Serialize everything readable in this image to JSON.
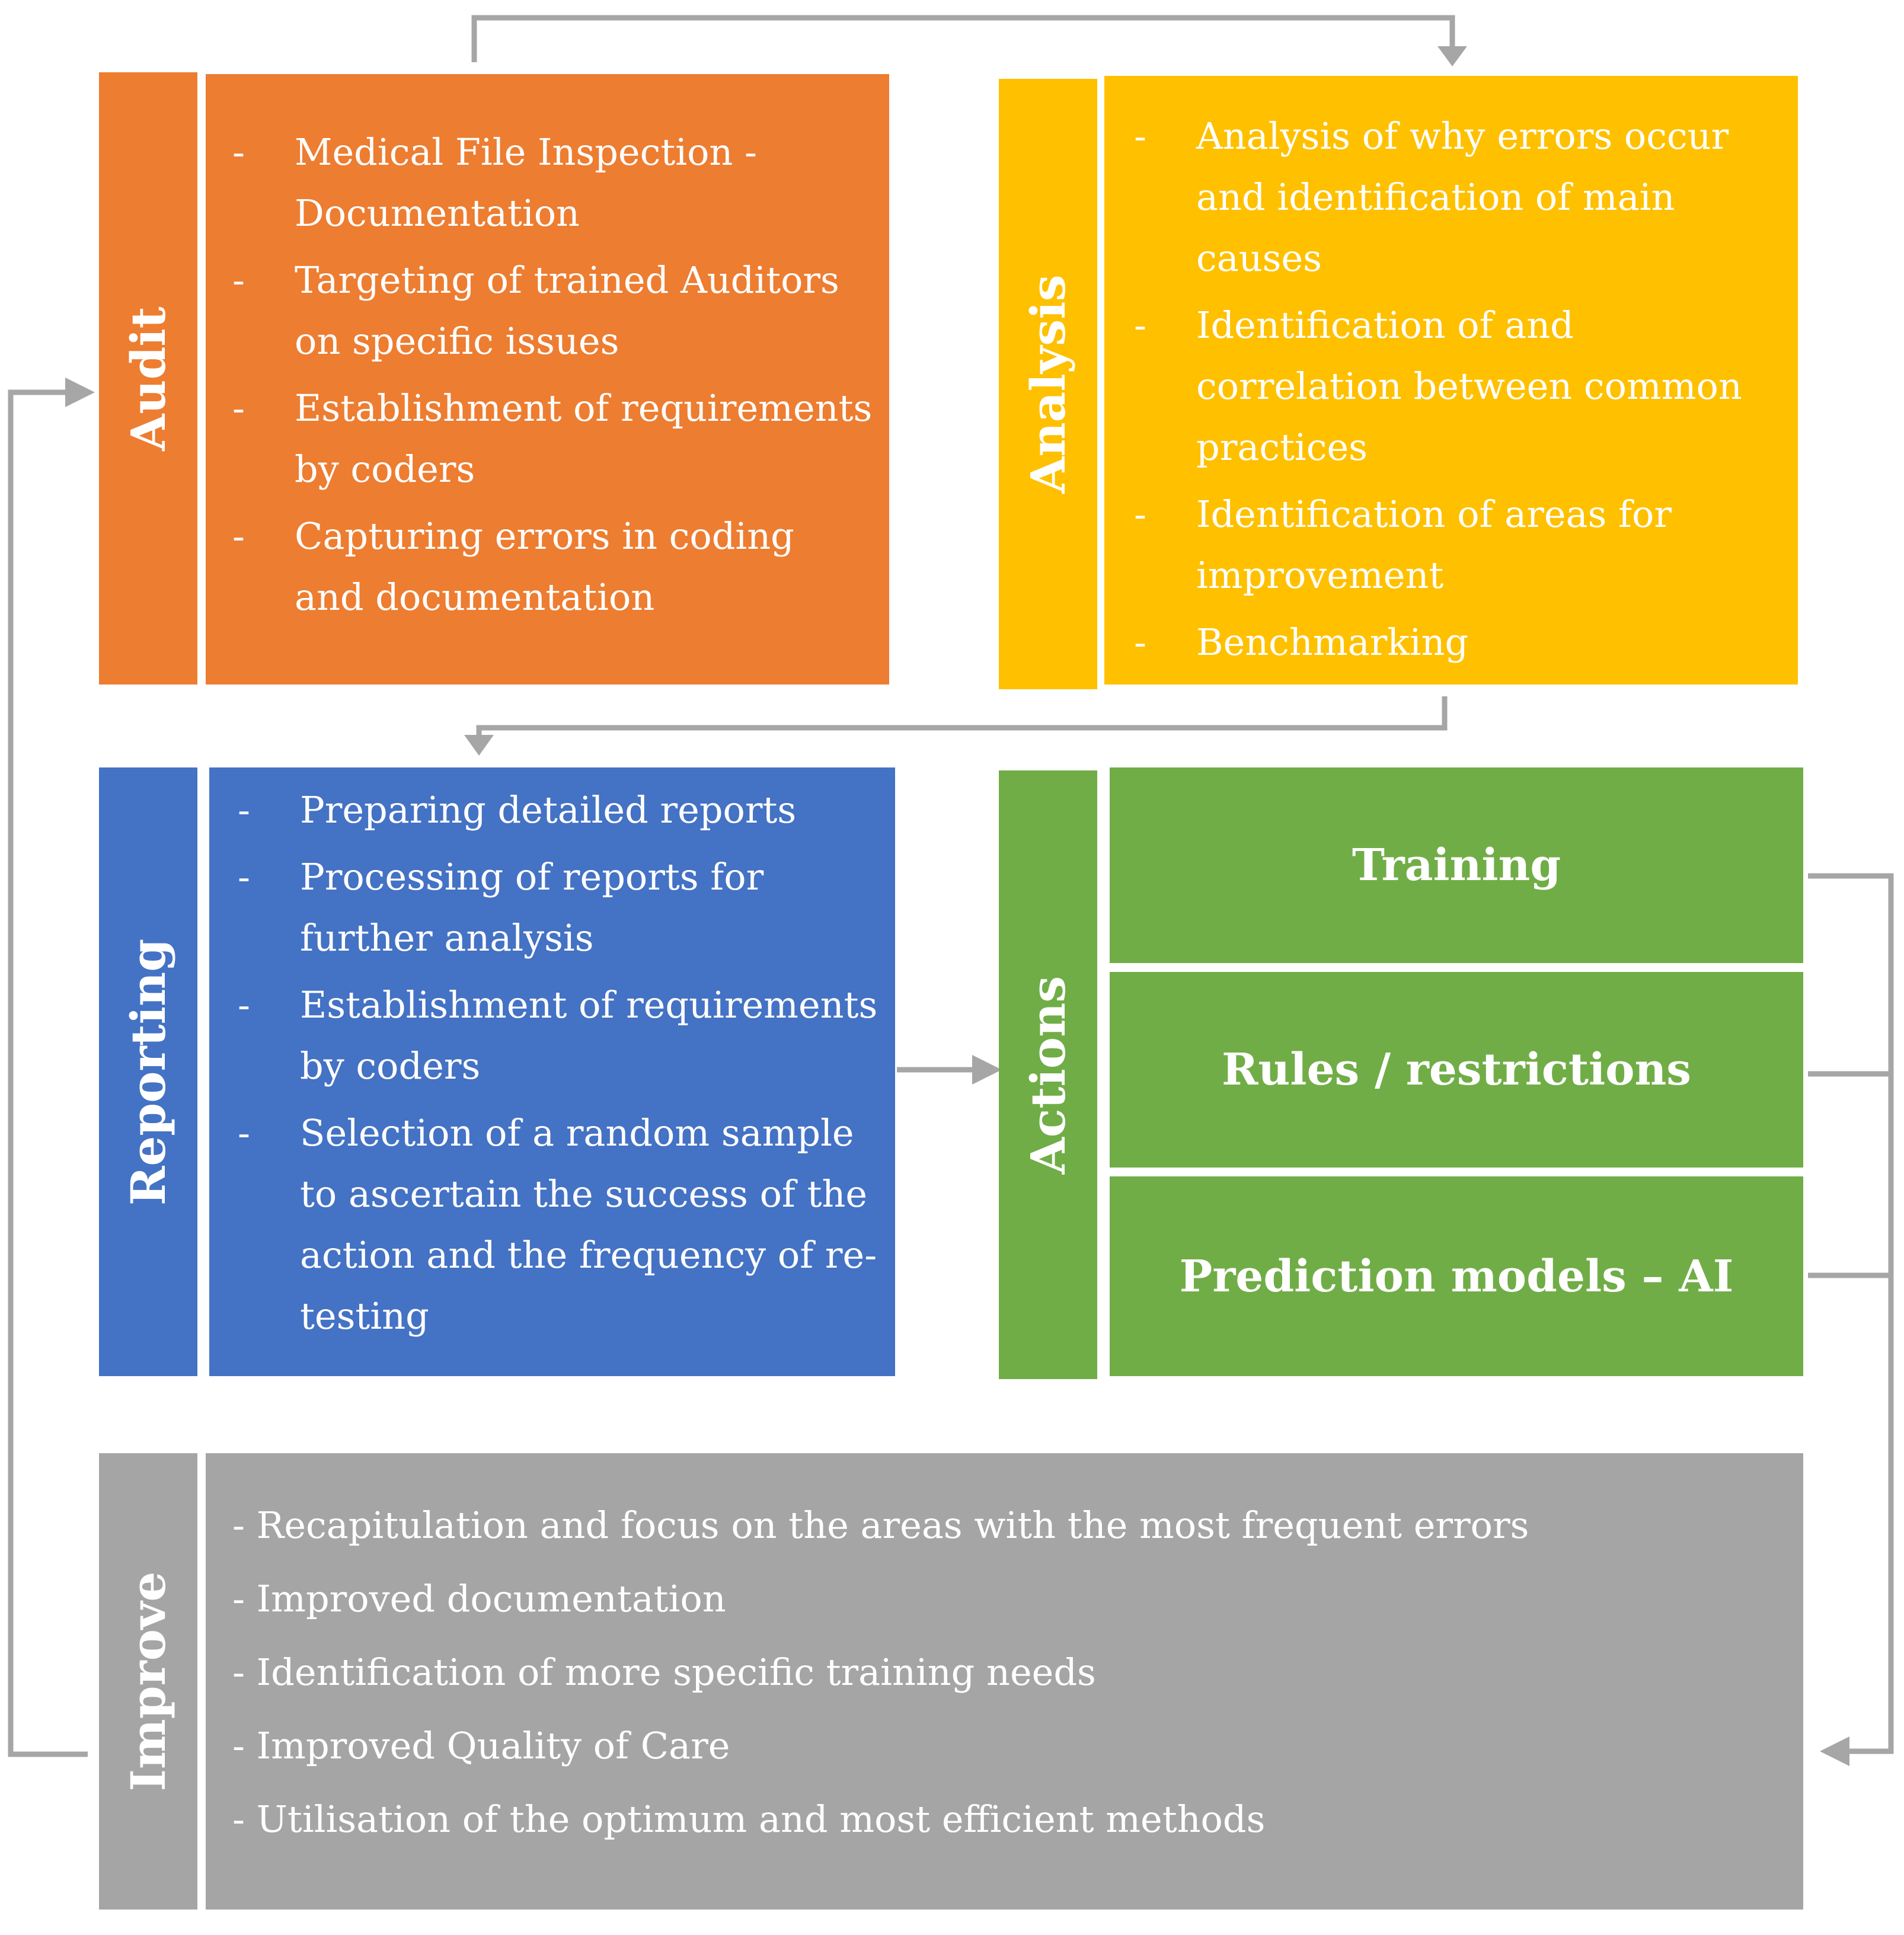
{
  "colors": {
    "audit": "#ED7D31",
    "analysis": "#FFC000",
    "reporting": "#4472C4",
    "actions": "#70AD47",
    "improve": "#A5A5A5",
    "arrow": "#A6A6A6",
    "text": "#FFFFFF"
  },
  "audit": {
    "label": "Audit",
    "items": [
      "Medical File Inspection - Documentation",
      "Targeting of trained Auditors on specific issues",
      "Establishment of requirements by coders",
      "Capturing errors in coding and documentation"
    ]
  },
  "analysis": {
    "label": "Analysis",
    "items": [
      "Analysis of why errors occur and identification of main causes",
      "Identification of and correlation between common practices",
      "Identification of areas for improvement",
      "Benchmarking"
    ]
  },
  "reporting": {
    "label": "Reporting",
    "items": [
      "Preparing detailed reports",
      "Processing of reports for further analysis",
      "Establishment of requirements by coders",
      "Selection of a random sample to ascertain the success of the action and the frequency of re-testing"
    ]
  },
  "actions": {
    "label": "Actions",
    "items": [
      "Training",
      "Rules / restrictions",
      "Prediction models – AI"
    ]
  },
  "improve": {
    "label": "Improve",
    "items": [
      "- Recapitulation and focus on the areas with the most frequent errors",
      "- Improved documentation",
      "- Identification of more specific training needs",
      "- Improved Quality of Care",
      "- Utilisation of the optimum and most efficient methods"
    ]
  },
  "bullet": "-"
}
